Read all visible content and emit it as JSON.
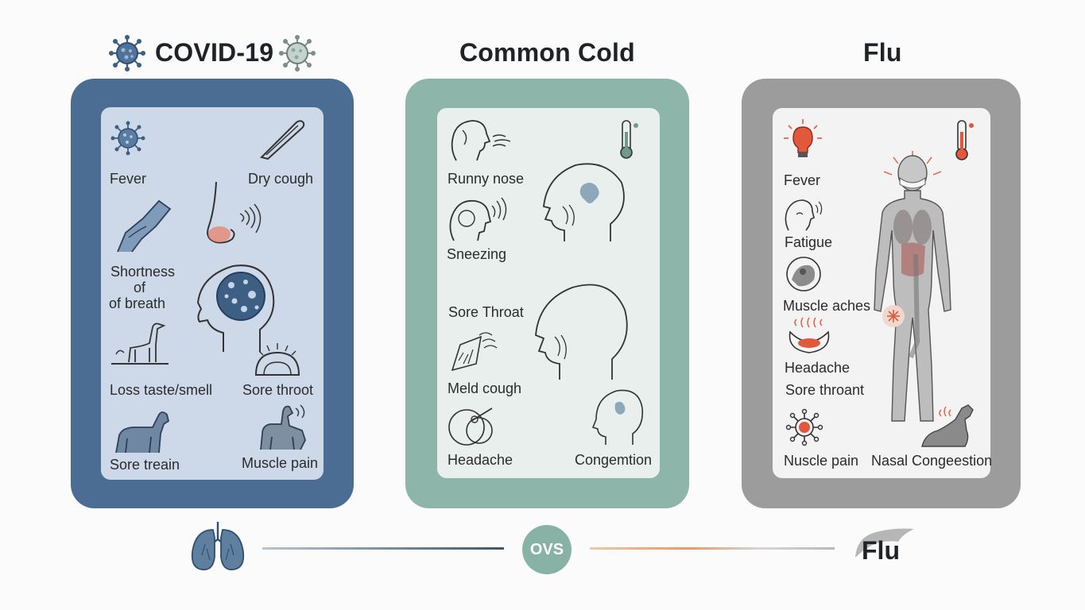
{
  "columns": {
    "covid": {
      "title": "COVID-19",
      "colors": {
        "frame": "#4b6d93",
        "panel": "#cdd9e8",
        "accent": "#e48b78"
      },
      "icons": [
        "virus-icon",
        "tweezers-icon",
        "nose-icon",
        "arm-icon",
        "head-icon",
        "giraffe-icon",
        "throat-icon",
        "horse-icon",
        "dog-icon"
      ],
      "labels": {
        "fever": "Fever",
        "dry_cough": "Dry cough",
        "shortness_1": "Shortness",
        "shortness_2": "of",
        "shortness_3": "of breath",
        "loss_taste": "Loss taste/smell",
        "sore_throat": "Sore throot",
        "sore_train": "Sore treain",
        "muscle_pain": "Muscle pain"
      }
    },
    "cold": {
      "title": "Common Cold",
      "colors": {
        "frame": "#8db5a9",
        "panel": "#e9efed"
      },
      "icons": [
        "runny-nose-icon",
        "thermometer-icon",
        "head-icon",
        "sneezing-icon",
        "sore-throat-icon",
        "head-outline-icon",
        "congestion-icon"
      ],
      "labels": {
        "runny_nose": "Runny nose",
        "sneezing": "Sneezing",
        "sore_throat": "Sore Throat",
        "meld_cough": "Meld cough",
        "headache": "Headache",
        "congestion": "Congemtion"
      }
    },
    "flu": {
      "title": "Flu",
      "colors": {
        "frame": "#9c9c9c",
        "panel": "#f3f3f3",
        "accent": "#e2583a"
      },
      "icons": [
        "lightbulb-icon",
        "thermometer-icon",
        "body-icon",
        "fatigue-icon",
        "muscle-icon",
        "headache-icon",
        "virus-icon",
        "animal-icon"
      ],
      "labels": {
        "fever": "Fever",
        "fatigue": "Fatigue",
        "muscle_aches": "Muscle aches",
        "headache": "Headache",
        "sore_throat": "Sore throant",
        "nuscle_pain": "Nuscle pain",
        "nasal_congestion": "Nasal Congeestion"
      }
    }
  },
  "footer": {
    "vs_label": "OVS",
    "flu_label": "Flu",
    "icons": [
      "lungs-icon",
      "flu-bird-icon"
    ]
  }
}
